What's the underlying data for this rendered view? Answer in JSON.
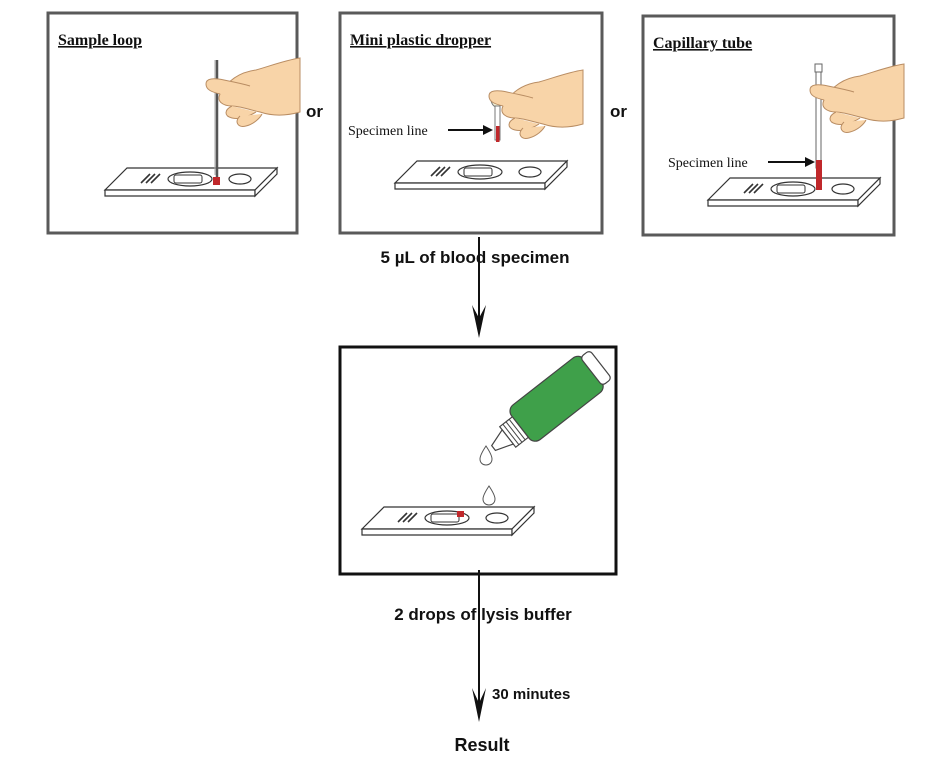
{
  "panels": {
    "sample_loop": {
      "title": "Sample loop"
    },
    "dropper": {
      "title": "Mini plastic dropper",
      "specimen_label": "Specimen line"
    },
    "capillary": {
      "title": "Capillary tube",
      "specimen_label": "Specimen line"
    }
  },
  "connectors": {
    "or_left": "or",
    "or_right": "or"
  },
  "steps": {
    "blood": "5 µL of blood specimen",
    "lysis": "2 drops of lysis buffer",
    "time": "30 minutes",
    "result": "Result"
  },
  "colors": {
    "panel_border": "#5a5a5a",
    "center_border": "#111111",
    "blood": "#c0282b",
    "bottle_green": "#3fa04a",
    "skin": "#f8d4a8",
    "skin_outline": "#b98d63"
  }
}
